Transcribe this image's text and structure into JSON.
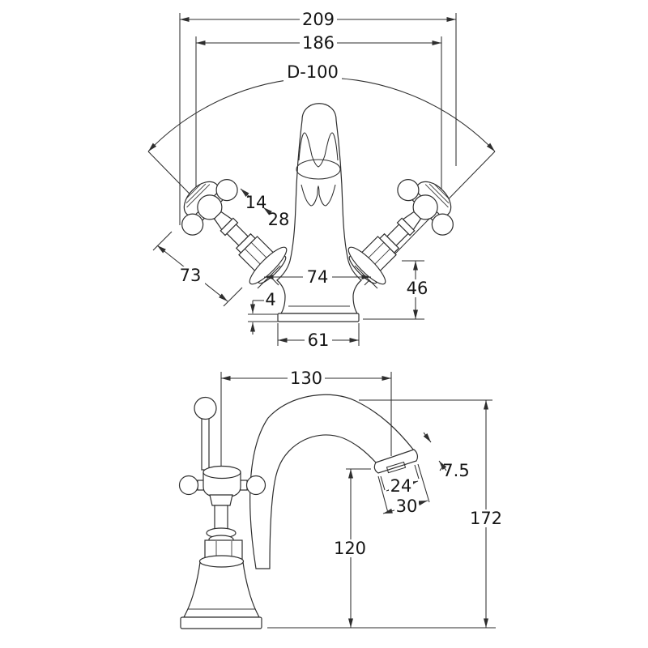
{
  "colors": {
    "background": "#ffffff",
    "line": "#2e2e2e",
    "text": "#161616"
  },
  "front_view": {
    "overall_width": "209",
    "handle_span": "186",
    "handle_arc_diameter": "D-100",
    "knob_diameter": "14",
    "handle_neck": "28",
    "handle_length": "73",
    "tail_centres": "74",
    "body_height": "46",
    "base_plate_thickness": "4",
    "base_width": "61"
  },
  "side_view": {
    "spout_reach": "130",
    "spout_tip_thickness": "7.5",
    "aerator_width": "24",
    "spout_end_width": "30",
    "overall_height": "172",
    "spout_outlet_height": "120"
  }
}
